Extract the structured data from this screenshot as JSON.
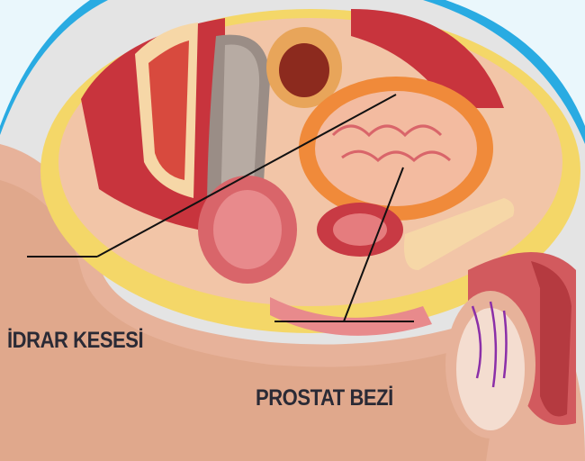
{
  "labels": {
    "bladder": "İDRAR KESESİ",
    "prostate": "PROSTAT BEZİ"
  },
  "colors": {
    "background": "#ffffff",
    "frame_gray": "#e4e4e4",
    "accent_blue": "#29abe2",
    "skin": "#e7b29a",
    "fat_yellow": "#f4d768",
    "muscle_red": "#c8343d",
    "organ_pink": "#e88a8c",
    "prostate_orange": "#f08a3a",
    "label_text": "#2a2a35"
  },
  "icons": [
    "illustration-anatomy"
  ]
}
